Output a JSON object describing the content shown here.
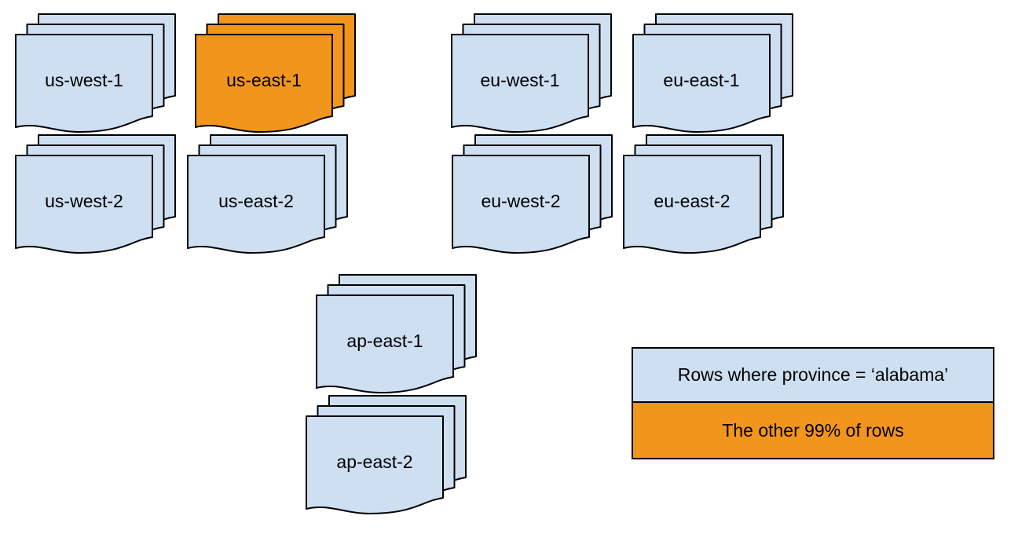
{
  "diagram": {
    "description": "Stacks of partition files per cloud region; one region highlighted",
    "regions": [
      {
        "id": "us-west-1",
        "label": "us-west-1",
        "highlighted": false
      },
      {
        "id": "us-east-1",
        "label": "us-east-1",
        "highlighted": true
      },
      {
        "id": "eu-west-1",
        "label": "eu-west-1",
        "highlighted": false
      },
      {
        "id": "eu-east-1",
        "label": "eu-east-1",
        "highlighted": false
      },
      {
        "id": "us-west-2",
        "label": "us-west-2",
        "highlighted": false
      },
      {
        "id": "us-east-2",
        "label": "us-east-2",
        "highlighted": false
      },
      {
        "id": "eu-west-2",
        "label": "eu-west-2",
        "highlighted": false
      },
      {
        "id": "eu-east-2",
        "label": "eu-east-2",
        "highlighted": false
      },
      {
        "id": "ap-east-1",
        "label": "ap-east-1",
        "highlighted": false
      },
      {
        "id": "ap-east-2",
        "label": "ap-east-2",
        "highlighted": false
      }
    ],
    "sheets_per_stack": 3,
    "colors": {
      "default_fill": "#CEDFF2",
      "highlight_fill": "#F2951D",
      "stroke": "#000000",
      "text": "#000000"
    },
    "legend": {
      "items": [
        {
          "label": "Rows where province = ‘alabama’",
          "color": "#CEDFF2"
        },
        {
          "label": "The other 99% of rows",
          "color": "#F2951D"
        }
      ]
    }
  }
}
